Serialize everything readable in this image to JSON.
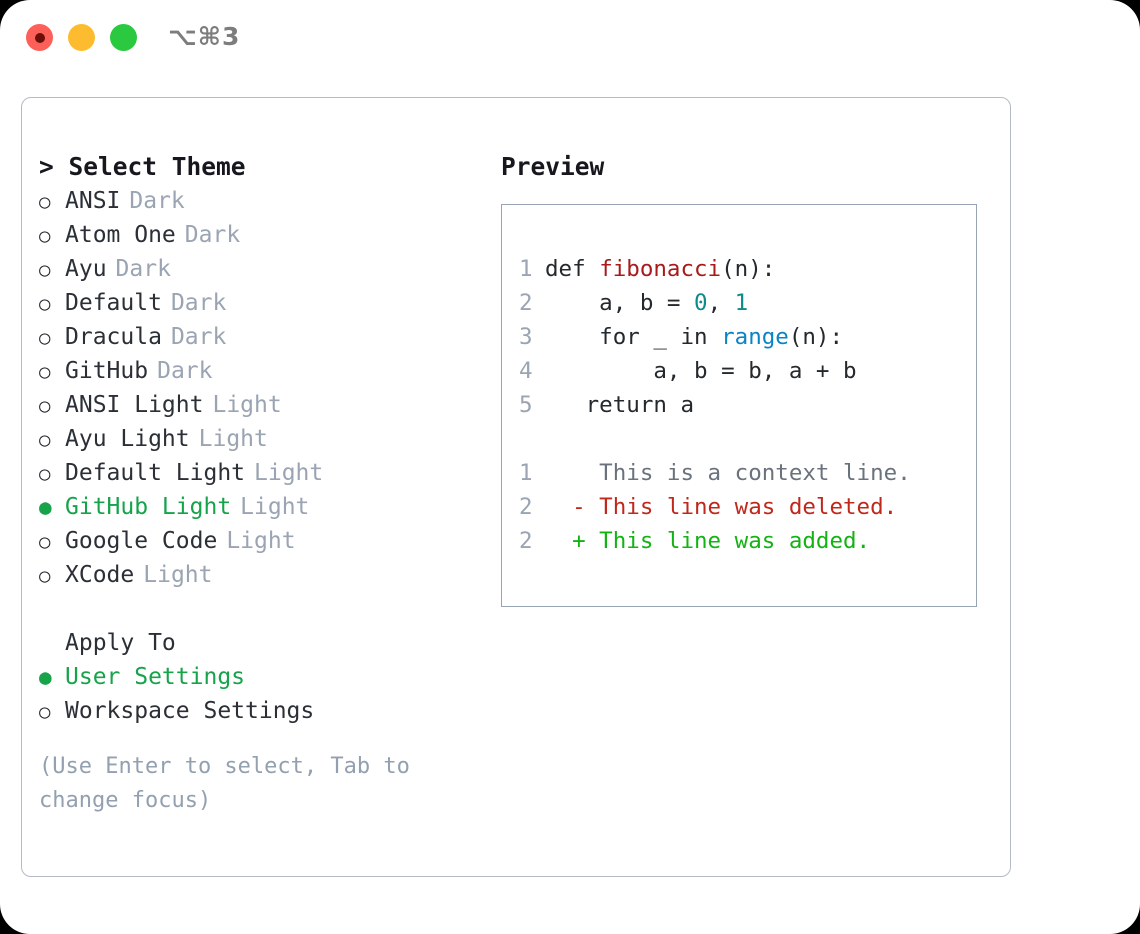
{
  "titlebar": {
    "shortcut": "⌥⌘3",
    "lights": [
      {
        "name": "close-button",
        "color": "#fc6058"
      },
      {
        "name": "minimize-button",
        "color": "#fdbc2f"
      },
      {
        "name": "maximize-button",
        "color": "#2bc93f"
      }
    ]
  },
  "theme_panel": {
    "heading": "> Select Theme",
    "bullet_selected": "●",
    "bullet_unselected": "○",
    "items": [
      {
        "label": "ANSI",
        "tag": "Dark",
        "selected": false
      },
      {
        "label": "Atom One",
        "tag": "Dark",
        "selected": false
      },
      {
        "label": "Ayu",
        "tag": "Dark",
        "selected": false
      },
      {
        "label": "Default",
        "tag": "Dark",
        "selected": false
      },
      {
        "label": "Dracula",
        "tag": "Dark",
        "selected": false
      },
      {
        "label": "GitHub",
        "tag": "Dark",
        "selected": false
      },
      {
        "label": "ANSI Light",
        "tag": "Light",
        "selected": false
      },
      {
        "label": "Ayu Light",
        "tag": "Light",
        "selected": false
      },
      {
        "label": "Default Light",
        "tag": "Light",
        "selected": false
      },
      {
        "label": "GitHub Light",
        "tag": "Light",
        "selected": true
      },
      {
        "label": "Google Code",
        "tag": "Light",
        "selected": false
      },
      {
        "label": "XCode",
        "tag": "Light",
        "selected": false
      }
    ]
  },
  "apply_to": {
    "title": "Apply To",
    "items": [
      {
        "label": "User Settings",
        "selected": true
      },
      {
        "label": "Workspace Settings",
        "selected": false
      }
    ]
  },
  "help_text": "(Use Enter to select, Tab to change focus)",
  "preview": {
    "title": "Preview",
    "code_lines": [
      {
        "num": "1",
        "tokens": [
          {
            "text": "def ",
            "cls": "kw"
          },
          {
            "text": "fibonacci",
            "cls": "fn"
          },
          {
            "text": "(n):",
            "cls": "plain"
          }
        ]
      },
      {
        "num": "2",
        "tokens": [
          {
            "text": "    a, b = ",
            "cls": "plain"
          },
          {
            "text": "0",
            "cls": "num"
          },
          {
            "text": ", ",
            "cls": "plain"
          },
          {
            "text": "1",
            "cls": "num"
          }
        ]
      },
      {
        "num": "3",
        "tokens": [
          {
            "text": "    for _ in ",
            "cls": "kw"
          },
          {
            "text": "range",
            "cls": "builtin"
          },
          {
            "text": "(n):",
            "cls": "plain"
          }
        ]
      },
      {
        "num": "4",
        "tokens": [
          {
            "text": "        a, b = b, a + b",
            "cls": "plain"
          }
        ]
      },
      {
        "num": "5",
        "tokens": [
          {
            "text": "   return a",
            "cls": "plain"
          }
        ]
      }
    ],
    "diff_lines": [
      {
        "num": "1",
        "marker": "  ",
        "text": "This is a context line.",
        "kind": "ctx"
      },
      {
        "num": "2",
        "marker": "- ",
        "text": "This line was deleted.",
        "kind": "del"
      },
      {
        "num": "2",
        "marker": "+ ",
        "text": "This line was added.",
        "kind": "add"
      }
    ]
  },
  "colors": {
    "accent_green": "#16a34a",
    "muted": "#9aa4b2",
    "border": "#b3bbc7",
    "diff_add": "#13b313",
    "diff_del": "#c0281c"
  }
}
